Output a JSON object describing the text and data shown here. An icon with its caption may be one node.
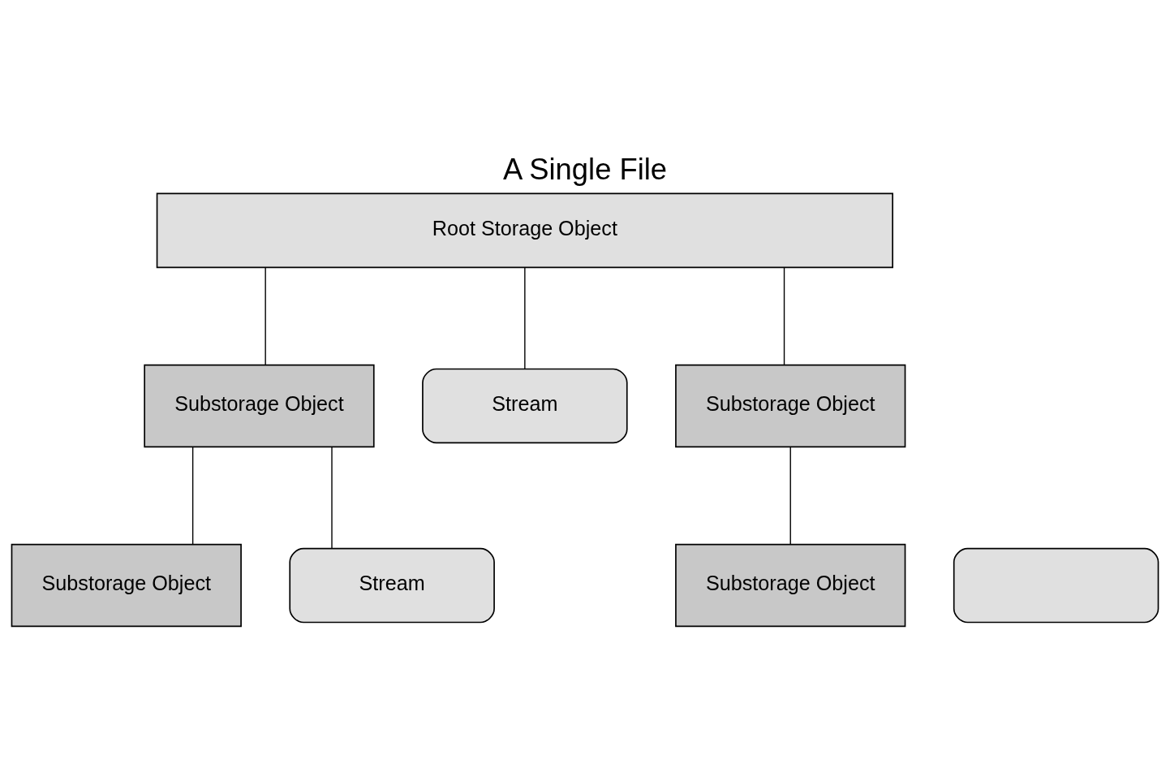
{
  "diagram": {
    "title": "A Single File",
    "nodes": [
      {
        "text": [
          "Root Storage Object"
        ]
      },
      {
        "text": [
          "Substorage Object"
        ]
      },
      {
        "text": [
          "Stream"
        ]
      },
      {
        "text": [
          "Substorage Object"
        ]
      },
      {
        "text": [
          "Substorage Object"
        ]
      },
      {
        "text": [
          "Stream"
        ]
      },
      {
        "text": [
          "Substorage Object"
        ]
      },
      {
        "text": [],
        "shape": "box"
      }
    ],
    "edges": [
      {
        "from": 0,
        "to": 1,
        "arrow": "none"
      },
      {
        "from": 0,
        "to": 2,
        "arrow": "none"
      },
      {
        "from": 0,
        "to": 3,
        "arrow": "none"
      },
      {
        "from": 1,
        "to": 4,
        "arrow": "none"
      },
      {
        "from": 1,
        "to": 5,
        "arrow": "none"
      },
      {
        "from": 3,
        "to": 6,
        "arrow": "none"
      }
    ]
  }
}
